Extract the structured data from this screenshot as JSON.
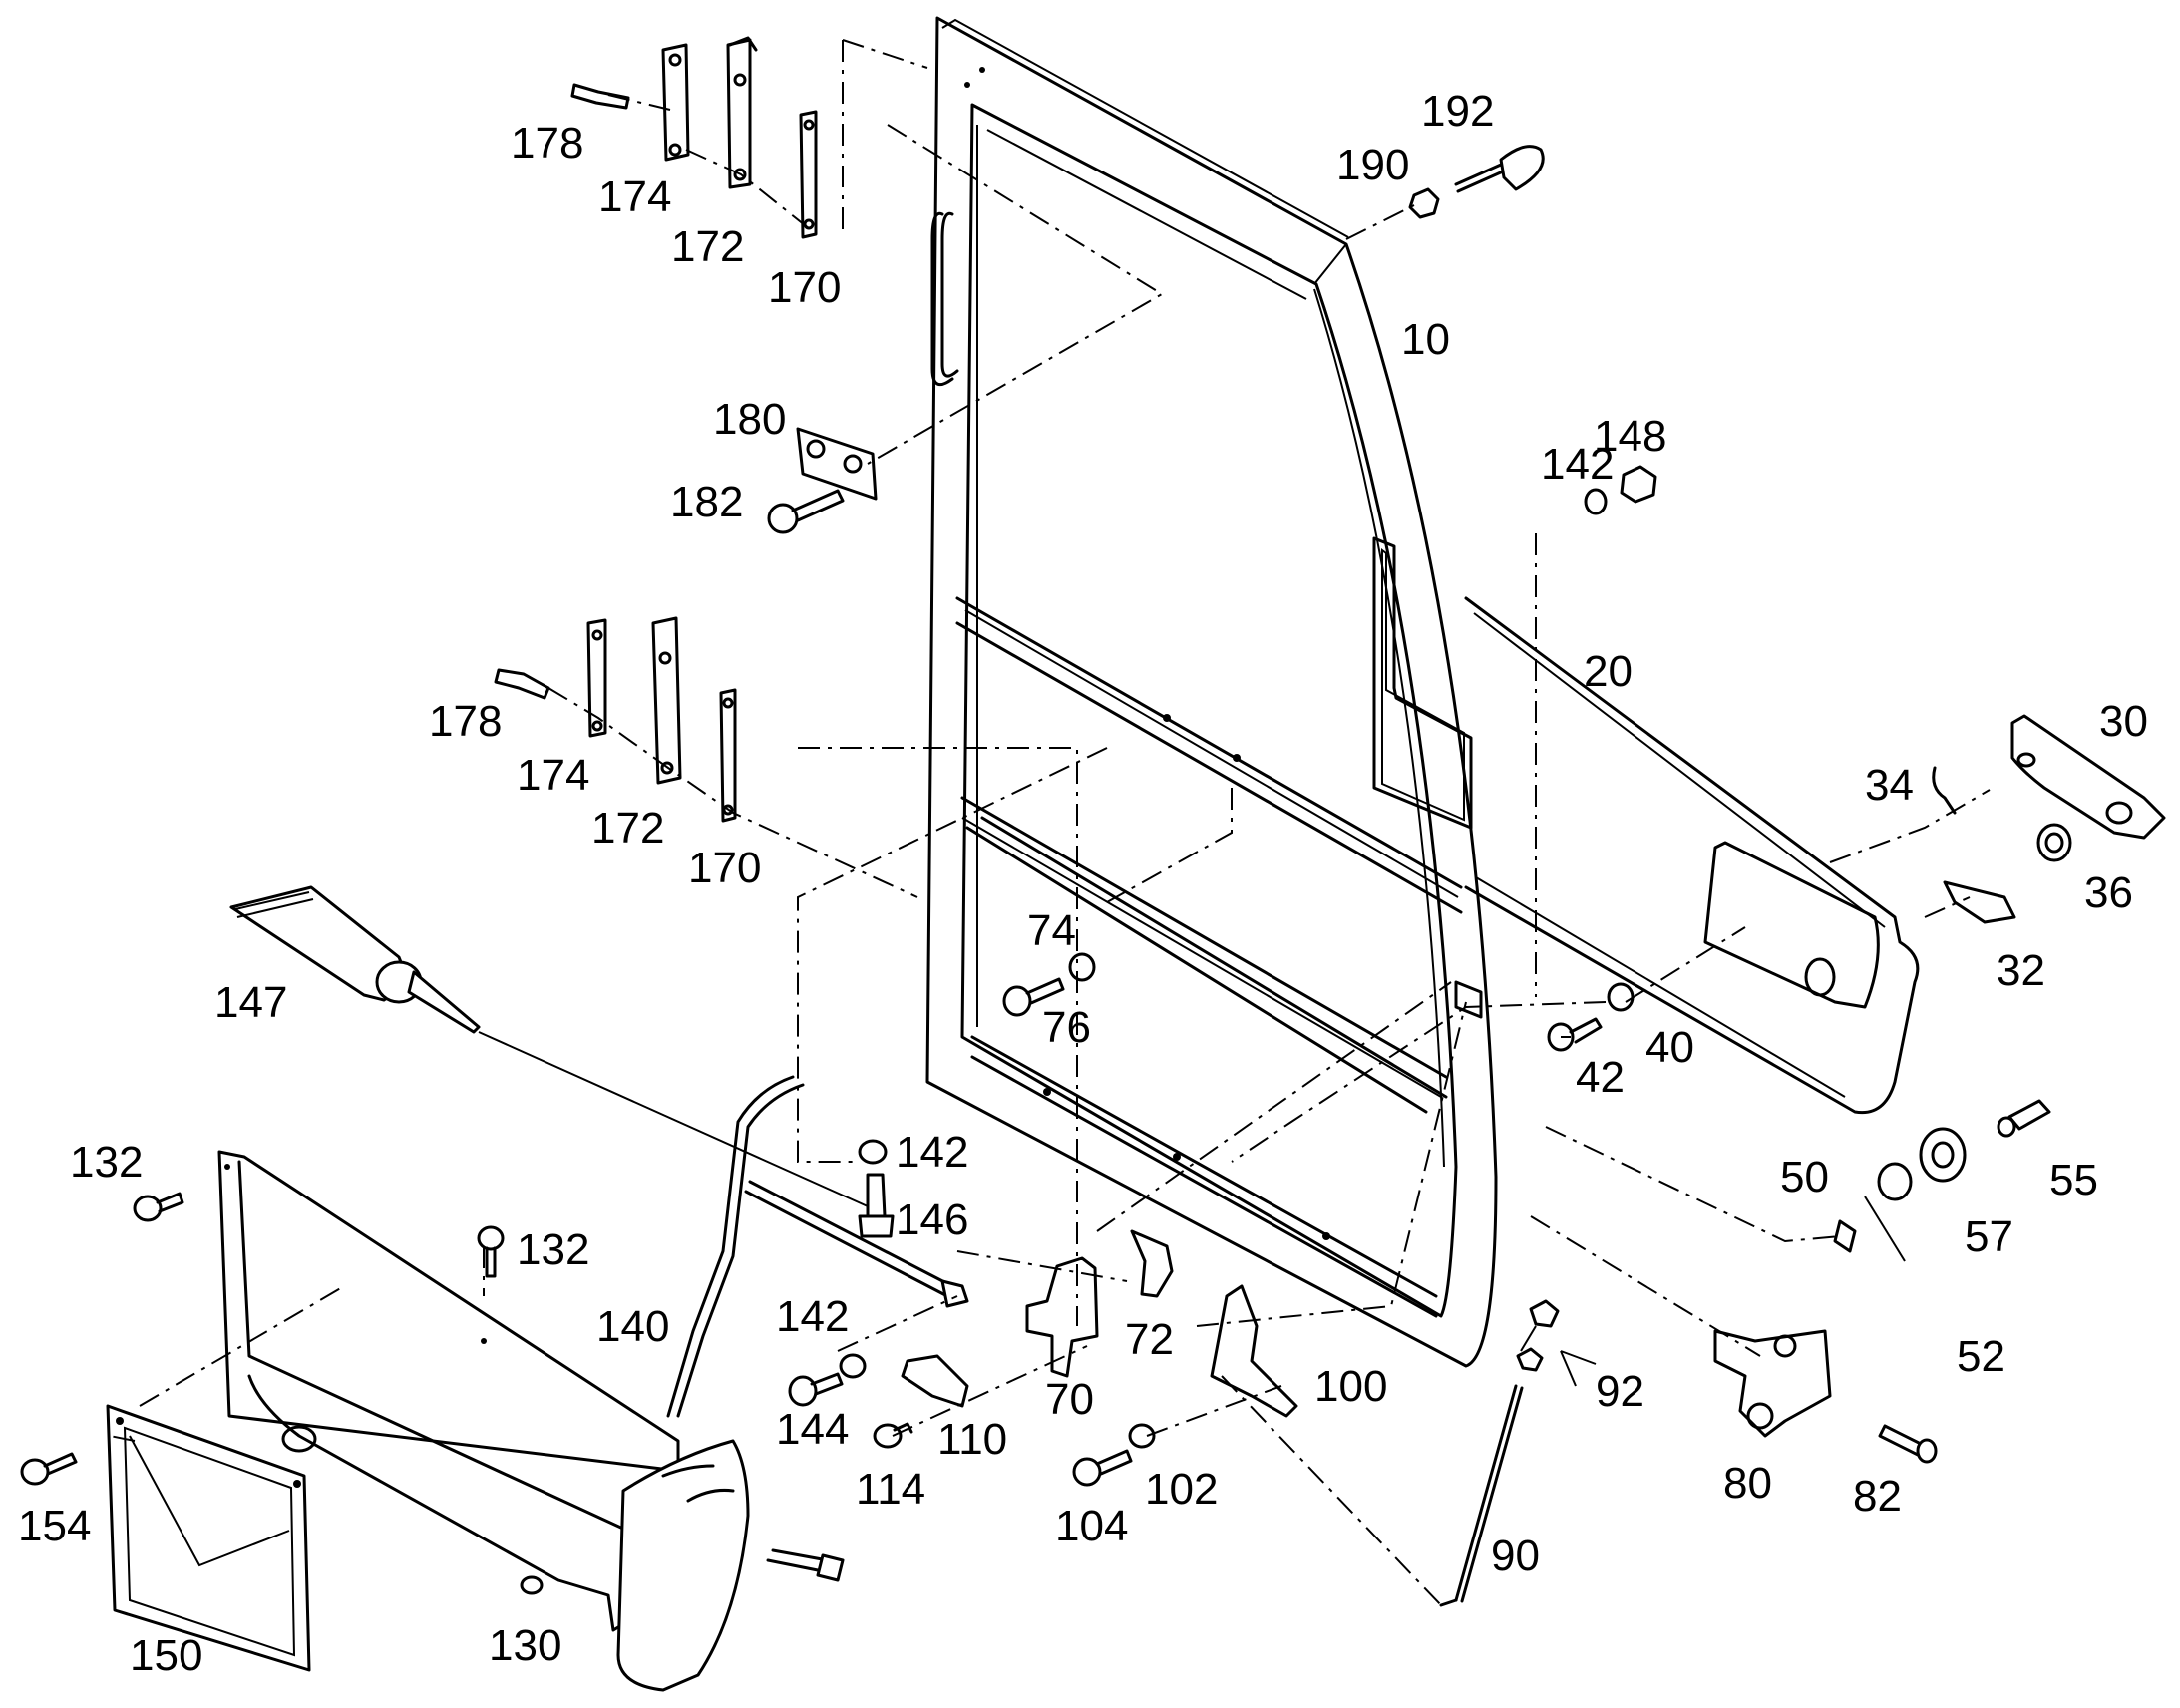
{
  "callouts": {
    "c10": "10",
    "c20": "20",
    "c30": "30",
    "c32": "32",
    "c34": "34",
    "c36": "36",
    "c40": "40",
    "c42": "42",
    "c50": "50",
    "c52": "52",
    "c55": "55",
    "c57": "57",
    "c70": "70",
    "c72": "72",
    "c74": "74",
    "c76": "76",
    "c80": "80",
    "c82": "82",
    "c90": "90",
    "c92": "92",
    "c100": "100",
    "c102": "102",
    "c104": "104",
    "c110": "110",
    "c114": "114",
    "c130": "130",
    "c132a": "132",
    "c132b": "132",
    "c140": "140",
    "c142a": "142",
    "c142b": "142",
    "c142c": "142",
    "c144": "144",
    "c146": "146",
    "c147": "147",
    "c148": "148",
    "c150": "150",
    "c154": "154",
    "c170a": "170",
    "c170b": "170",
    "c172a": "172",
    "c172b": "172",
    "c174a": "174",
    "c174b": "174",
    "c178a": "178",
    "c178b": "178",
    "c180": "180",
    "c182": "182",
    "c190": "190",
    "c192": "192"
  }
}
